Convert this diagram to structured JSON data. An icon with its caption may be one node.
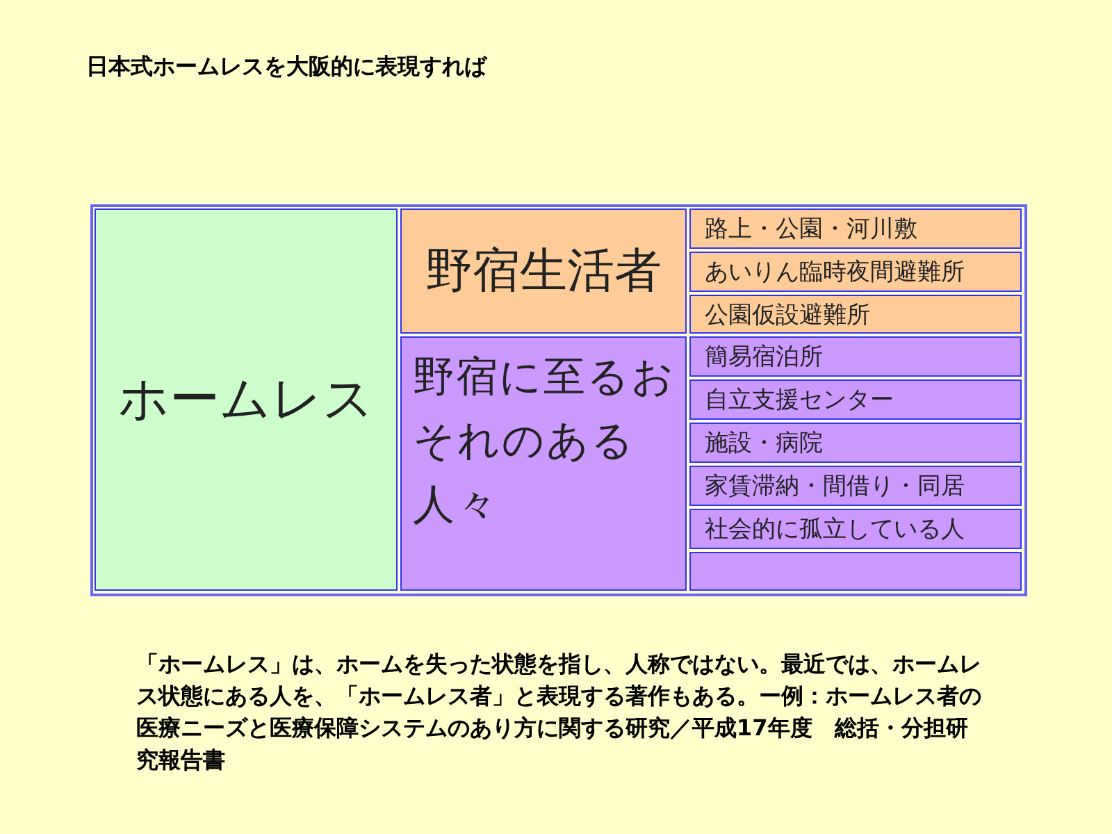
{
  "diagram": {
    "title": "日本式ホームレスを大阪的に表現すれば",
    "caption": "「ホームレス」は、ホームを失った状態を指し、人称ではない。最近では、ホームレス状態にある人を、「ホームレス者」と表現する著作もある。ー例：ホームレス者の医療ニーズと医療保障システムのあり方に関する研究／平成17年度　総括・分担研究報告書",
    "nodes": [
      {
        "text": [
          "ホームレス"
        ]
      },
      {
        "text": [
          "野宿生活者"
        ]
      },
      {
        "text": [
          "路上・公園・河川敷"
        ]
      },
      {
        "text": [
          "あいりん臨時夜間避難所"
        ]
      },
      {
        "text": [
          "公園仮設避難所"
        ]
      },
      {
        "text": [
          "野宿に至るおそれのある人々"
        ]
      },
      {
        "text": [
          "簡易宿泊所"
        ]
      },
      {
        "text": [
          "自立支援センター"
        ]
      },
      {
        "text": [
          "施設・病院"
        ]
      },
      {
        "text": [
          "家賃滞納・間借り・同居"
        ]
      },
      {
        "text": [
          "社会的に孤立している人"
        ]
      },
      {
        "text": [],
        "shape": "box"
      }
    ]
  }
}
